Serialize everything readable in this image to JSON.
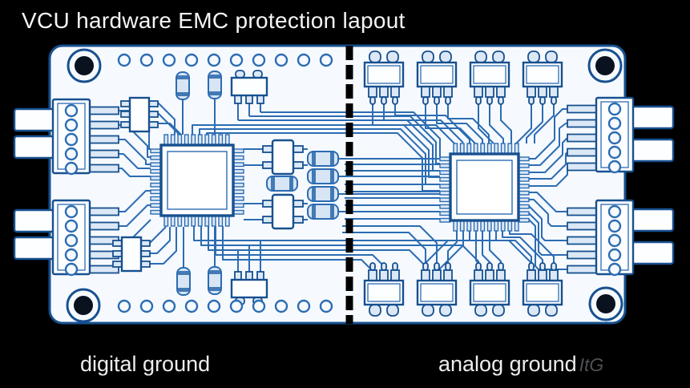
{
  "title": "VCU hardware EMC protection lapout",
  "footer": {
    "digital_label": "digital ground",
    "analog_label": "analog ground",
    "watermark": "ItG"
  },
  "diagram": {
    "type": "pcb-layout",
    "description": "Two-section PCB with digital and analog ground planes separated by a vertical dashed isolation line",
    "left_section": {
      "ground": "digital ground",
      "visible_parts": "QFP MCU, 2 left edge connectors, resistors, transistors, via rows, mounting holes"
    },
    "right_section": {
      "ground": "analog ground",
      "visible_parts": "QFP MCU, 2 right edge connectors, 8 filter packages, mounting holes"
    }
  },
  "colors": {
    "background": "#000000",
    "board": "#f6faff",
    "outline": "#17508f",
    "trace": "#2c6cb2",
    "component_fill": "#fdfeff",
    "resistor_fill": "#d7e5f4",
    "resistor_band": "#4379b4",
    "pin_fill": "#dce8f6",
    "hole": "#0a1220",
    "divider": "#000000",
    "title_text": "#f5f5f5",
    "label_text": "#ededed",
    "watermark_text": "#8d9299"
  }
}
